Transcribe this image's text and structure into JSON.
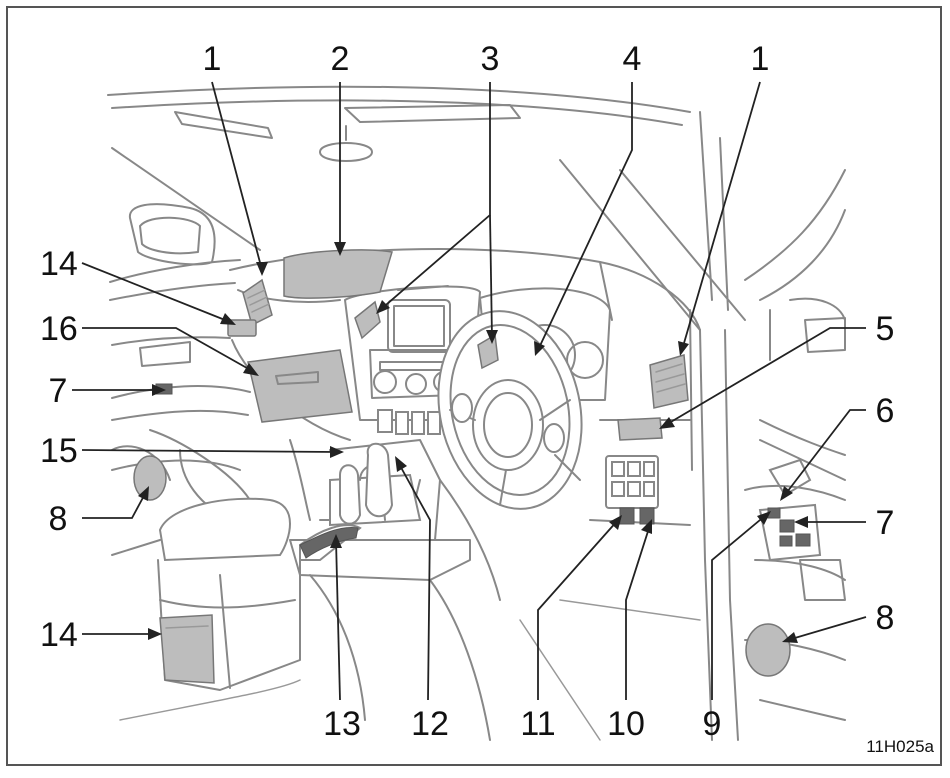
{
  "figure": {
    "code": "11H025a",
    "callouts": [
      {
        "id": "c1a",
        "label": "1"
      },
      {
        "id": "c2",
        "label": "2"
      },
      {
        "id": "c3",
        "label": "3"
      },
      {
        "id": "c4",
        "label": "4"
      },
      {
        "id": "c1b",
        "label": "1"
      },
      {
        "id": "c14a",
        "label": "14"
      },
      {
        "id": "c16",
        "label": "16"
      },
      {
        "id": "c7a",
        "label": "7"
      },
      {
        "id": "c15",
        "label": "15"
      },
      {
        "id": "c8a",
        "label": "8"
      },
      {
        "id": "c14b",
        "label": "14"
      },
      {
        "id": "c5",
        "label": "5"
      },
      {
        "id": "c6",
        "label": "6"
      },
      {
        "id": "c7b",
        "label": "7"
      },
      {
        "id": "c8b",
        "label": "8"
      },
      {
        "id": "c13",
        "label": "13"
      },
      {
        "id": "c12",
        "label": "12"
      },
      {
        "id": "c11",
        "label": "11"
      },
      {
        "id": "c10",
        "label": "10"
      },
      {
        "id": "c9",
        "label": "9"
      }
    ]
  }
}
